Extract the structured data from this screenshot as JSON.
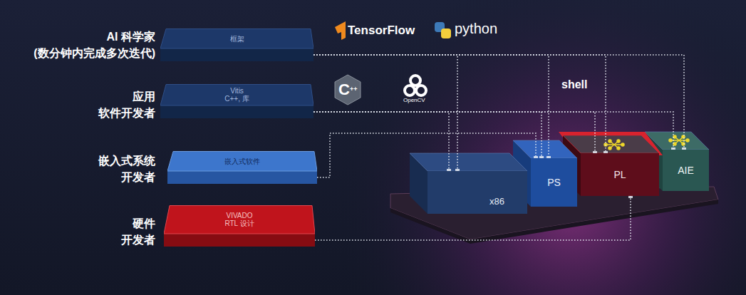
{
  "diagram": {
    "nodes": [
      {
        "text": [
          "框架"
        ]
      },
      {
        "text": [
          "Vitis C++, 库"
        ]
      },
      {
        "text": [
          "嵌入式软件"
        ]
      },
      {
        "text": [
          "VIVADO RTL 设计"
        ]
      },
      {
        "text": [
          "x86"
        ]
      },
      {
        "text": [
          "PS"
        ]
      },
      {
        "text": [
          "PL"
        ]
      },
      {
        "text": [
          "AIE"
        ]
      }
    ],
    "edges": [
      {
        "from": 0,
        "to": 4,
        "arrow": "none"
      },
      {
        "from": 0,
        "to": 5,
        "arrow": "none"
      },
      {
        "from": 0,
        "to": 6,
        "arrow": "none"
      },
      {
        "from": 0,
        "to": 7,
        "arrow": "none"
      },
      {
        "from": 1,
        "to": 4,
        "arrow": "none"
      },
      {
        "from": 1,
        "to": 5,
        "arrow": "none"
      },
      {
        "from": 1,
        "to": 6,
        "arrow": "none"
      },
      {
        "from": 1,
        "to": 7,
        "arrow": "none"
      },
      {
        "from": 2,
        "to": 5,
        "arrow": "none"
      },
      {
        "from": 3,
        "to": 6,
        "arrow": "none"
      }
    ],
    "labels": [
      "AI 科学家 (数分钟内完成多次迭代)",
      "应用 软件开发者",
      "嵌入式系统 开发者",
      "硬件 开发者",
      "TensorFlow",
      "python",
      "C",
      "++",
      "OpenCV",
      "shell"
    ]
  }
}
